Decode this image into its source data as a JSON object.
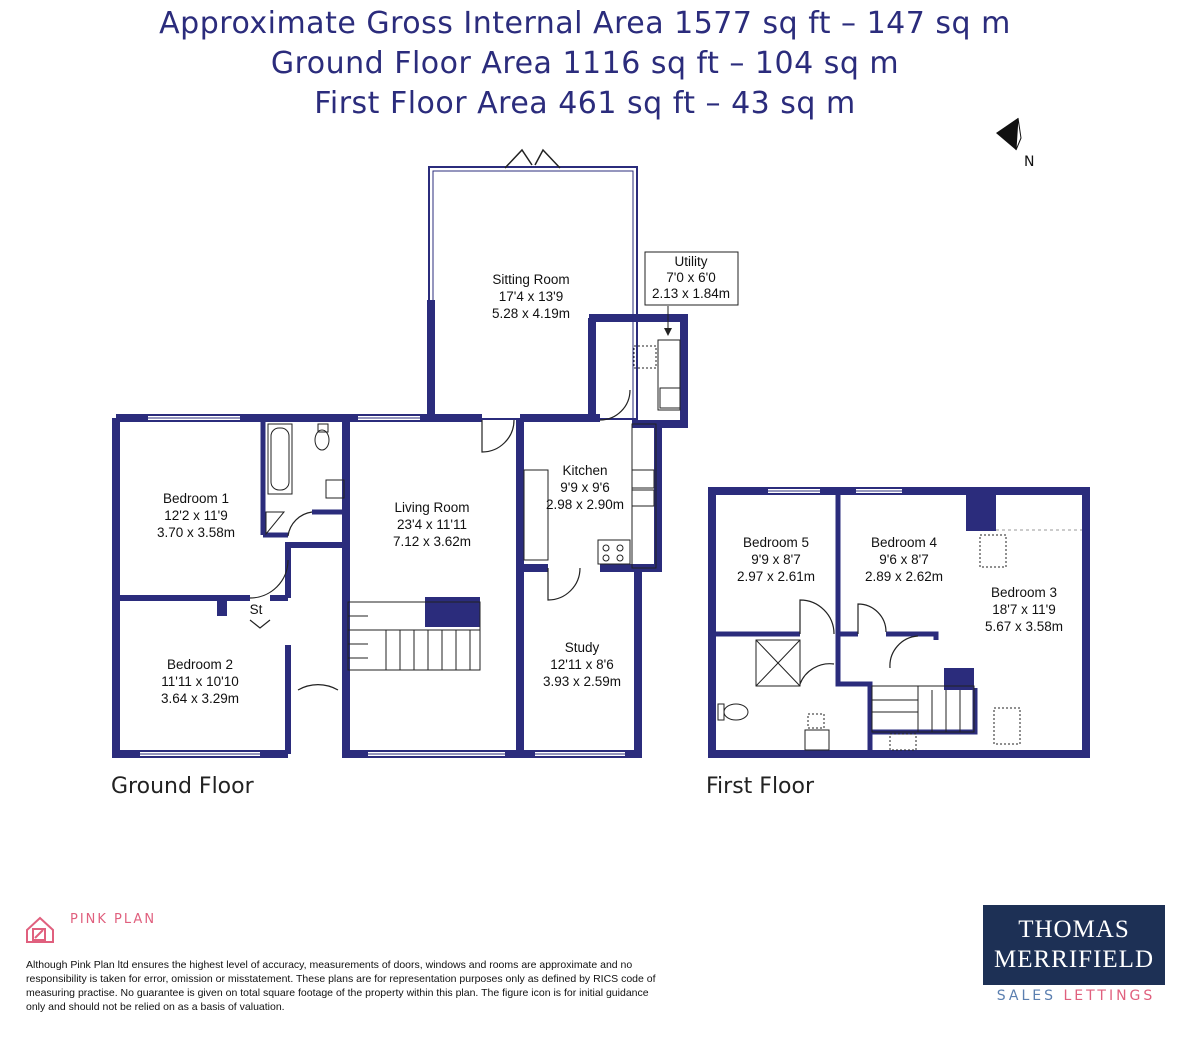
{
  "header": {
    "line1": "Approximate Gross Internal Area 1577 sq ft – 147 sq m",
    "line2": "Ground Floor Area 1116 sq ft – 104 sq m",
    "line3": "First Floor Area 461 sq ft – 43 sq m"
  },
  "compass": {
    "label": "N"
  },
  "floors": {
    "ground": "Ground Floor",
    "first": "First Floor"
  },
  "rooms": {
    "sitting": {
      "name": "Sitting Room",
      "imperial": "17'4 x 13'9",
      "metric": "5.28 x 4.19m"
    },
    "utility": {
      "name": "Utility",
      "imperial": "7'0 x 6'0",
      "metric": "2.13 x 1.84m"
    },
    "kitchen": {
      "name": "Kitchen",
      "imperial": "9'9 x 9'6",
      "metric": "2.98 x 2.90m"
    },
    "bedroom1": {
      "name": "Bedroom 1",
      "imperial": "12'2 x 11'9",
      "metric": "3.70 x 3.58m"
    },
    "living": {
      "name": "Living Room",
      "imperial": "23'4 x 11'11",
      "metric": "7.12 x 3.62m"
    },
    "bedroom2": {
      "name": "Bedroom 2",
      "imperial": "11'11 x 10'10",
      "metric": "3.64 x 3.29m"
    },
    "store": {
      "name": "St"
    },
    "study": {
      "name": "Study",
      "imperial": "12'11 x 8'6",
      "metric": "3.93 x 2.59m"
    },
    "bedroom5": {
      "name": "Bedroom 5",
      "imperial": "9'9 x 8'7",
      "metric": "2.97 x 2.61m"
    },
    "bedroom4": {
      "name": "Bedroom 4",
      "imperial": "9'6 x 8'7",
      "metric": "2.89 x 2.62m"
    },
    "bedroom3": {
      "name": "Bedroom 3",
      "imperial": "18'7 x 11'9",
      "metric": "5.67 x 3.58m"
    }
  },
  "brand_pinkplan": {
    "name": "PINK PLAN"
  },
  "disclaimer": "Although Pink Plan ltd ensures the highest level of accuracy, measurements of doors, windows and rooms are approximate and no responsibility is taken for error, omission or misstatement. These plans are for representation purposes only as defined by RICS code of measuring practise. No guarantee is given on total square footage of the property within this plan. The figure icon is for initial guidance only and should not be relied on as a basis of valuation.",
  "agent": {
    "line1": "THOMAS",
    "line2": "MERRIFIELD",
    "sales": "SALES",
    "lettings": "LETTINGS"
  },
  "colors": {
    "wall": "#2b2c7c",
    "pink": "#e0607e",
    "agent_bg": "#1d3055"
  }
}
